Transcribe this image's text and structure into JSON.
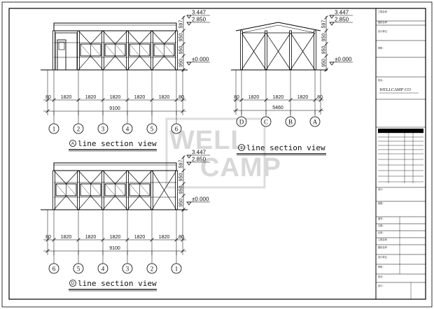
{
  "views": {
    "a_line": {
      "caption": "line section view",
      "caption_mark": "A",
      "dims": [
        "80",
        "1820",
        "1820",
        "1820",
        "1820",
        "1820",
        "80"
      ],
      "total": "9100",
      "grid": [
        "1",
        "2",
        "3",
        "4",
        "5",
        "6"
      ],
      "elev": {
        "ridge": "3.447",
        "eave": "2.850",
        "ground": "±0.000"
      },
      "vdims": [
        "597",
        "950",
        "950",
        "950"
      ]
    },
    "one_line": {
      "caption": "line section view",
      "caption_mark": "1",
      "dims": [
        "80",
        "1820",
        "1820",
        "1820",
        "80"
      ],
      "total": "5460",
      "grid": [
        "D",
        "C",
        "B",
        "A"
      ],
      "elev": {
        "ridge": "3.447",
        "eave": "2.850",
        "ground": "±0.000"
      },
      "vdims": [
        "597",
        "950",
        "950",
        "950"
      ]
    },
    "d_line": {
      "caption": "line section view",
      "caption_mark": "D",
      "dims": [
        "80",
        "1820",
        "1820",
        "1820",
        "1820",
        "1820",
        "80"
      ],
      "total": "9100",
      "grid": [
        "6",
        "5",
        "4",
        "3",
        "2",
        "1"
      ],
      "elev": {
        "ridge": "3.447",
        "eave": "2.850",
        "ground": "±0.000"
      },
      "vdims": [
        "597",
        "950",
        "950",
        "950"
      ]
    }
  },
  "watermark": "WELLCAMP",
  "title_block": {
    "company": "WELLCAMP CO",
    "rows": [
      "工程名称",
      "图纸名称",
      "设计单位",
      "审核",
      "校对",
      "设计",
      "制图",
      "图号",
      "日期",
      "比例"
    ]
  }
}
